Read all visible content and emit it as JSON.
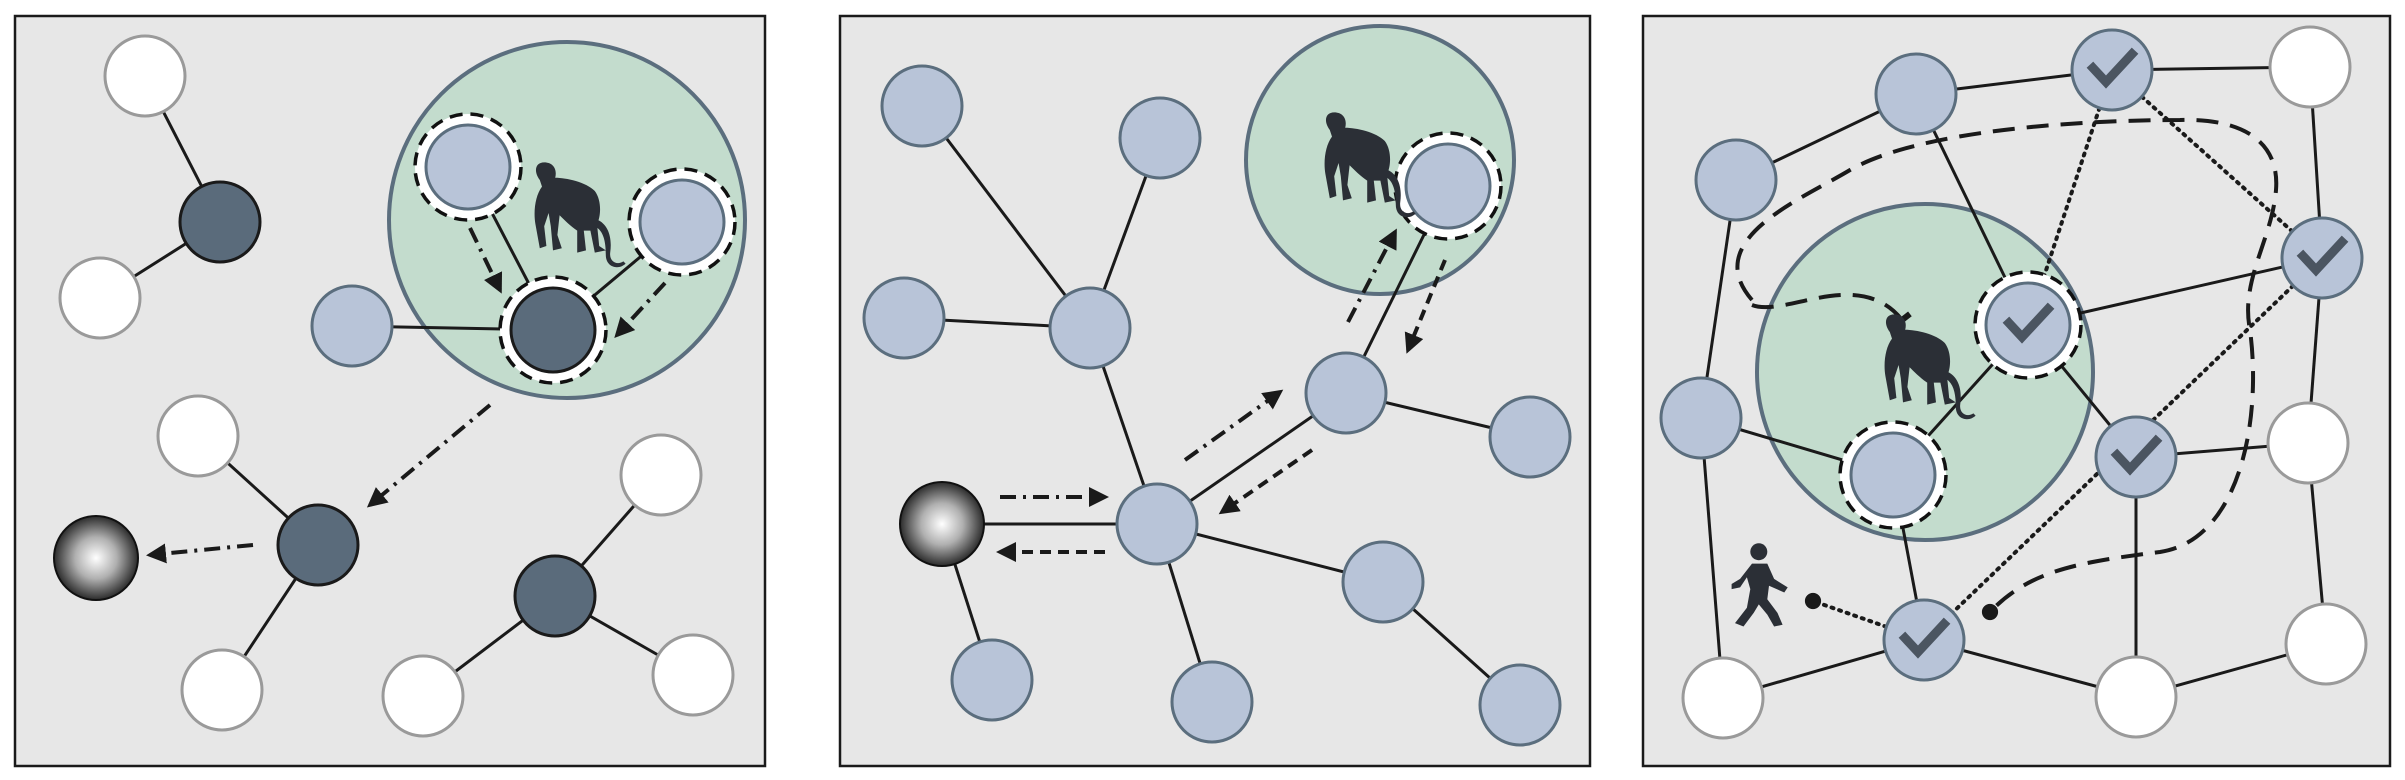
{
  "figure": {
    "panel_count": 3,
    "colors": {
      "panel_background": "#e7e7e7",
      "panel_border": "#1a1a1a",
      "home_range_fill": "#c3dccd",
      "home_range_stroke": "#5b6e7e",
      "node_empty": "#ffffff",
      "node_blue": "#b8c4d8",
      "node_dark": "#5a6b7b",
      "edge": "#1a1a1a",
      "check_mark": "#4b5561"
    },
    "legend_icons": [
      "monkey-icon",
      "human-walking-icon",
      "check-icon",
      "pathogen-sphere-icon"
    ]
  },
  "panels": [
    {
      "name": "panel-left",
      "nodes": [
        {
          "id": "a1",
          "state": "empty"
        },
        {
          "id": "a2",
          "state": "dark"
        },
        {
          "id": "a3",
          "state": "empty"
        },
        {
          "id": "a4",
          "state": "blue"
        },
        {
          "id": "a5",
          "state": "dark"
        },
        {
          "id": "a6",
          "state": "blue"
        },
        {
          "id": "a7",
          "state": "blue"
        },
        {
          "id": "a8",
          "state": "empty"
        },
        {
          "id": "a9",
          "state": "dark"
        },
        {
          "id": "a10",
          "state": "empty"
        },
        {
          "id": "a11",
          "state": "empty"
        },
        {
          "id": "a12",
          "state": "dark"
        },
        {
          "id": "a13",
          "state": "empty"
        },
        {
          "id": "a14",
          "state": "empty"
        },
        {
          "id": "a15",
          "state": "pathogen"
        }
      ],
      "icons": [
        "monkey-icon"
      ]
    },
    {
      "name": "panel-middle",
      "nodes": [
        {
          "id": "b1",
          "state": "blue"
        },
        {
          "id": "b2",
          "state": "blue"
        },
        {
          "id": "b3",
          "state": "blue"
        },
        {
          "id": "b4",
          "state": "blue"
        },
        {
          "id": "b5",
          "state": "blue"
        },
        {
          "id": "b6",
          "state": "blue"
        },
        {
          "id": "b7",
          "state": "blue"
        },
        {
          "id": "b8",
          "state": "blue"
        },
        {
          "id": "b9",
          "state": "blue"
        },
        {
          "id": "b10",
          "state": "blue"
        },
        {
          "id": "b11",
          "state": "blue"
        },
        {
          "id": "b12",
          "state": "blue"
        },
        {
          "id": "b13",
          "state": "pathogen"
        }
      ],
      "icons": [
        "monkey-icon"
      ]
    },
    {
      "name": "panel-right",
      "nodes": [
        {
          "id": "c1",
          "state": "blue"
        },
        {
          "id": "c2",
          "state": "blue"
        },
        {
          "id": "c3",
          "state": "checked"
        },
        {
          "id": "c4",
          "state": "empty"
        },
        {
          "id": "c5",
          "state": "checked"
        },
        {
          "id": "c6",
          "state": "checked"
        },
        {
          "id": "c7",
          "state": "blue"
        },
        {
          "id": "c8",
          "state": "blue"
        },
        {
          "id": "c9",
          "state": "checked"
        },
        {
          "id": "c10",
          "state": "empty"
        },
        {
          "id": "c11",
          "state": "checked"
        },
        {
          "id": "c12",
          "state": "empty"
        },
        {
          "id": "c13",
          "state": "empty"
        },
        {
          "id": "c14",
          "state": "empty"
        }
      ],
      "icons": [
        "monkey-icon",
        "human-walking-icon"
      ]
    }
  ]
}
